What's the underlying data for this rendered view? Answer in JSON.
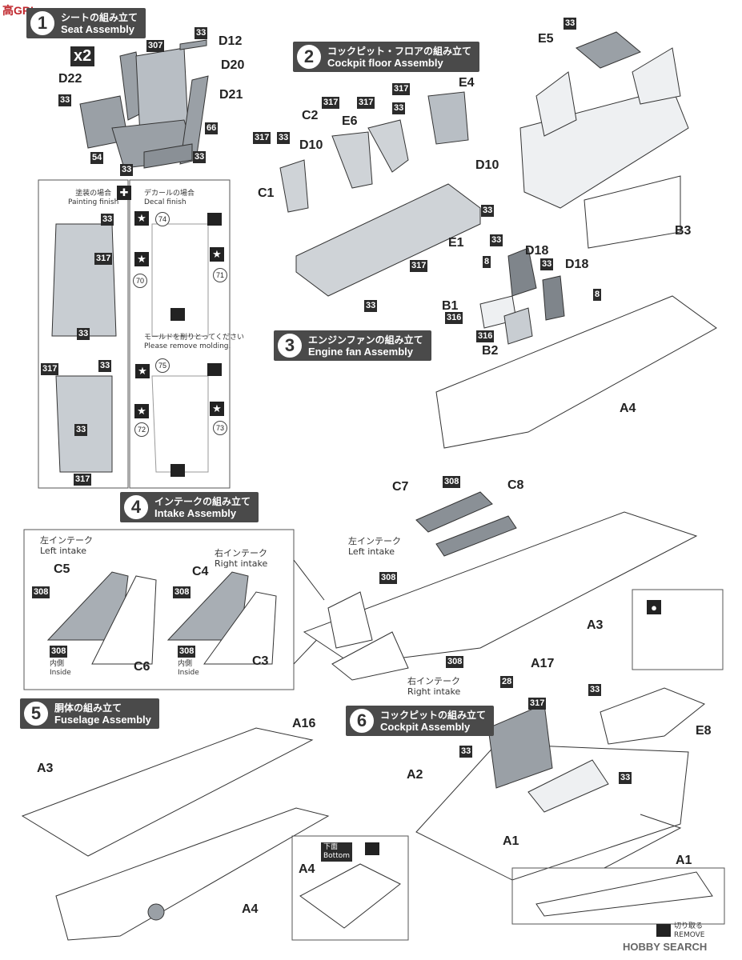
{
  "site_logo": {
    "text": "高",
    "suffix": "GRI"
  },
  "watermark": {
    "brand": "HOBBY",
    "suffix": "SEARCH"
  },
  "steps": [
    {
      "num": "1",
      "jp": "シートの組み立て",
      "en": "Seat Assembly"
    },
    {
      "num": "2",
      "jp": "コックピット・フロアの組み立て",
      "en": "Cockpit floor Assembly"
    },
    {
      "num": "3",
      "jp": "エンジンファンの組み立て",
      "en": "Engine fan Assembly"
    },
    {
      "num": "4",
      "jp": "インテークの組み立て",
      "en": "Intake Assembly"
    },
    {
      "num": "5",
      "jp": "胴体の組み立て",
      "en": "Fuselage Assembly"
    },
    {
      "num": "6",
      "jp": "コックピットの組み立て",
      "en": "Cockpit Assembly"
    }
  ],
  "seat": {
    "multiplier": "x2",
    "parts": [
      "D12",
      "D20",
      "D21",
      "D22"
    ],
    "colors": [
      "33",
      "307",
      "33",
      "66",
      "33",
      "54",
      "33",
      "33"
    ]
  },
  "finish_legend": {
    "paint_jp": "塗装の場合",
    "paint_en": "Painting finish",
    "decal_jp": "デカールの場合",
    "decal_en": "Decal finish",
    "remove_jp": "モールドを削りとってください",
    "remove_en": "Please remove molding."
  },
  "panel_colors": [
    "33",
    "317",
    "33",
    "317",
    "33",
    "33",
    "317"
  ],
  "decal_numbers": [
    "74",
    "70",
    "71",
    "75",
    "72",
    "73"
  ],
  "cockpit_floor": {
    "parts": [
      "C2",
      "E6",
      "E4",
      "D10",
      "D10",
      "C1",
      "E1"
    ],
    "colors": [
      "317",
      "33",
      "317",
      "317",
      "33",
      "317",
      "33",
      "317",
      "33"
    ]
  },
  "engine_fan": {
    "parts": [
      "D18",
      "D18",
      "B1",
      "B2",
      "A4"
    ],
    "colors": [
      "33",
      "8",
      "33",
      "8",
      "316",
      "316"
    ]
  },
  "cockpit_tub": {
    "parts": [
      "E5",
      "B3"
    ],
    "colors": [
      "33"
    ]
  },
  "intake": {
    "left_jp": "左インテーク",
    "left_en": "Left intake",
    "right_jp": "右インテーク",
    "right_en": "Right intake",
    "inside_jp": "内側",
    "inside_en": "Inside",
    "parts": [
      "C5",
      "C6",
      "C4",
      "C3",
      "C7",
      "C8",
      "A3",
      "A17"
    ],
    "colors": [
      "308",
      "308",
      "308",
      "308",
      "308",
      "308",
      "308",
      "28"
    ]
  },
  "fuselage": {
    "parts": [
      "A16",
      "A3",
      "A4",
      "A4"
    ],
    "bottom_jp": "下面",
    "bottom_en": "Bottom"
  },
  "cockpit": {
    "parts": [
      "E8",
      "A2",
      "A1",
      "A1"
    ],
    "colors": [
      "33",
      "317",
      "33",
      "33"
    ],
    "cut_jp": "切り取る",
    "cut_en": "REMOVE"
  }
}
